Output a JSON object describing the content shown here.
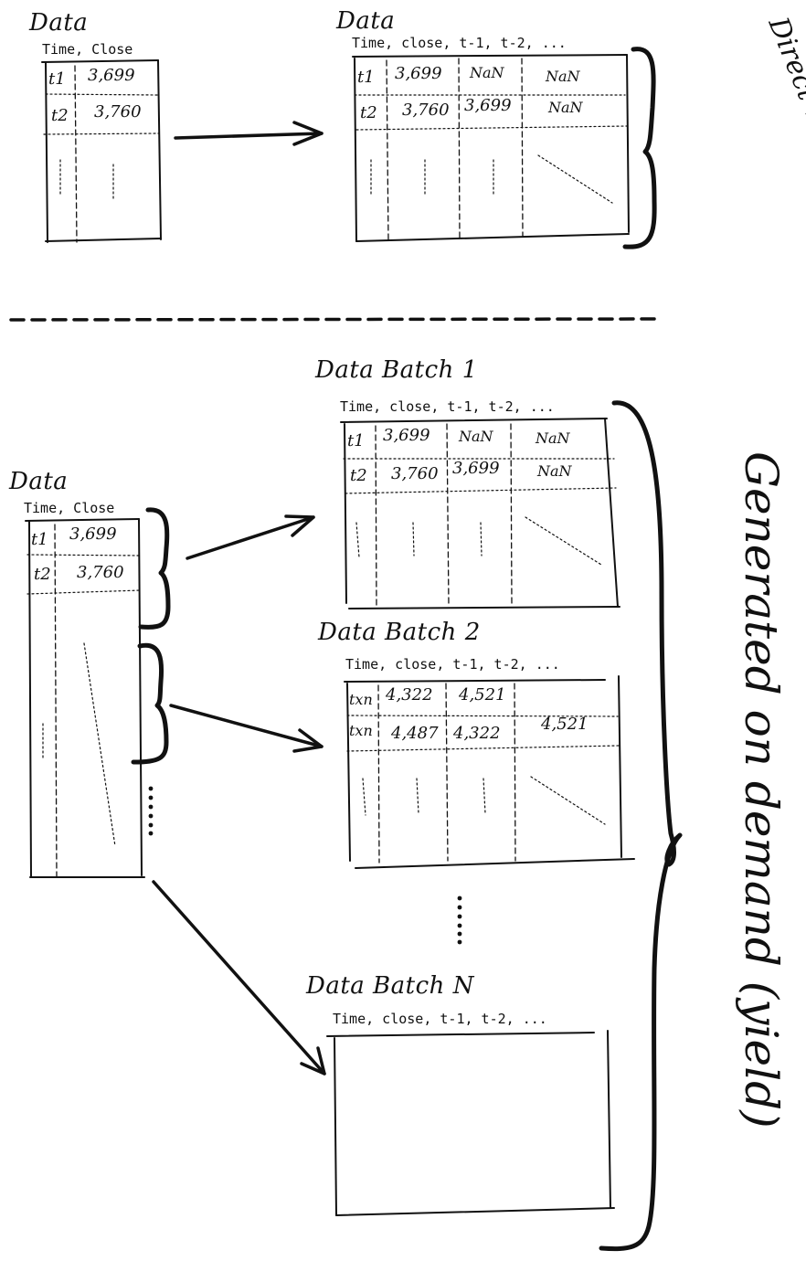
{
  "top_section": {
    "source": {
      "title": "Data",
      "header": "Time, Close",
      "rows": [
        [
          "t1",
          "3,699"
        ],
        [
          "t2",
          "3,760"
        ]
      ]
    },
    "target": {
      "title": "Data",
      "header": "Time, close, t-1, t-2, ...",
      "rows": [
        [
          "t1",
          "3,699",
          "NaN",
          "NaN"
        ],
        [
          "t2",
          "3,760",
          "3,699",
          "NaN"
        ]
      ]
    },
    "side_label": "Direct Transform"
  },
  "bottom_section": {
    "source": {
      "title": "Data",
      "header": "Time, Close",
      "rows": [
        [
          "t1",
          "3,699"
        ],
        [
          "t2",
          "3,760"
        ]
      ]
    },
    "batches": [
      {
        "title": "Data Batch 1",
        "header": "Time, close, t-1, t-2, ...",
        "rows": [
          [
            "t1",
            "3,699",
            "NaN",
            "NaN"
          ],
          [
            "t2",
            "3,760",
            "3,699",
            "NaN"
          ]
        ]
      },
      {
        "title": "Data Batch 2",
        "header": "Time, close, t-1, t-2, ...",
        "rows": [
          [
            "txn",
            "4,322",
            "4,521",
            ""
          ],
          [
            "txn",
            "4,487",
            "4,322",
            "4,521"
          ]
        ]
      },
      {
        "title": "Data Batch N",
        "header": "Time, close, t-1, t-2, ..."
      }
    ],
    "side_label": "Generated on demand (yield)"
  }
}
